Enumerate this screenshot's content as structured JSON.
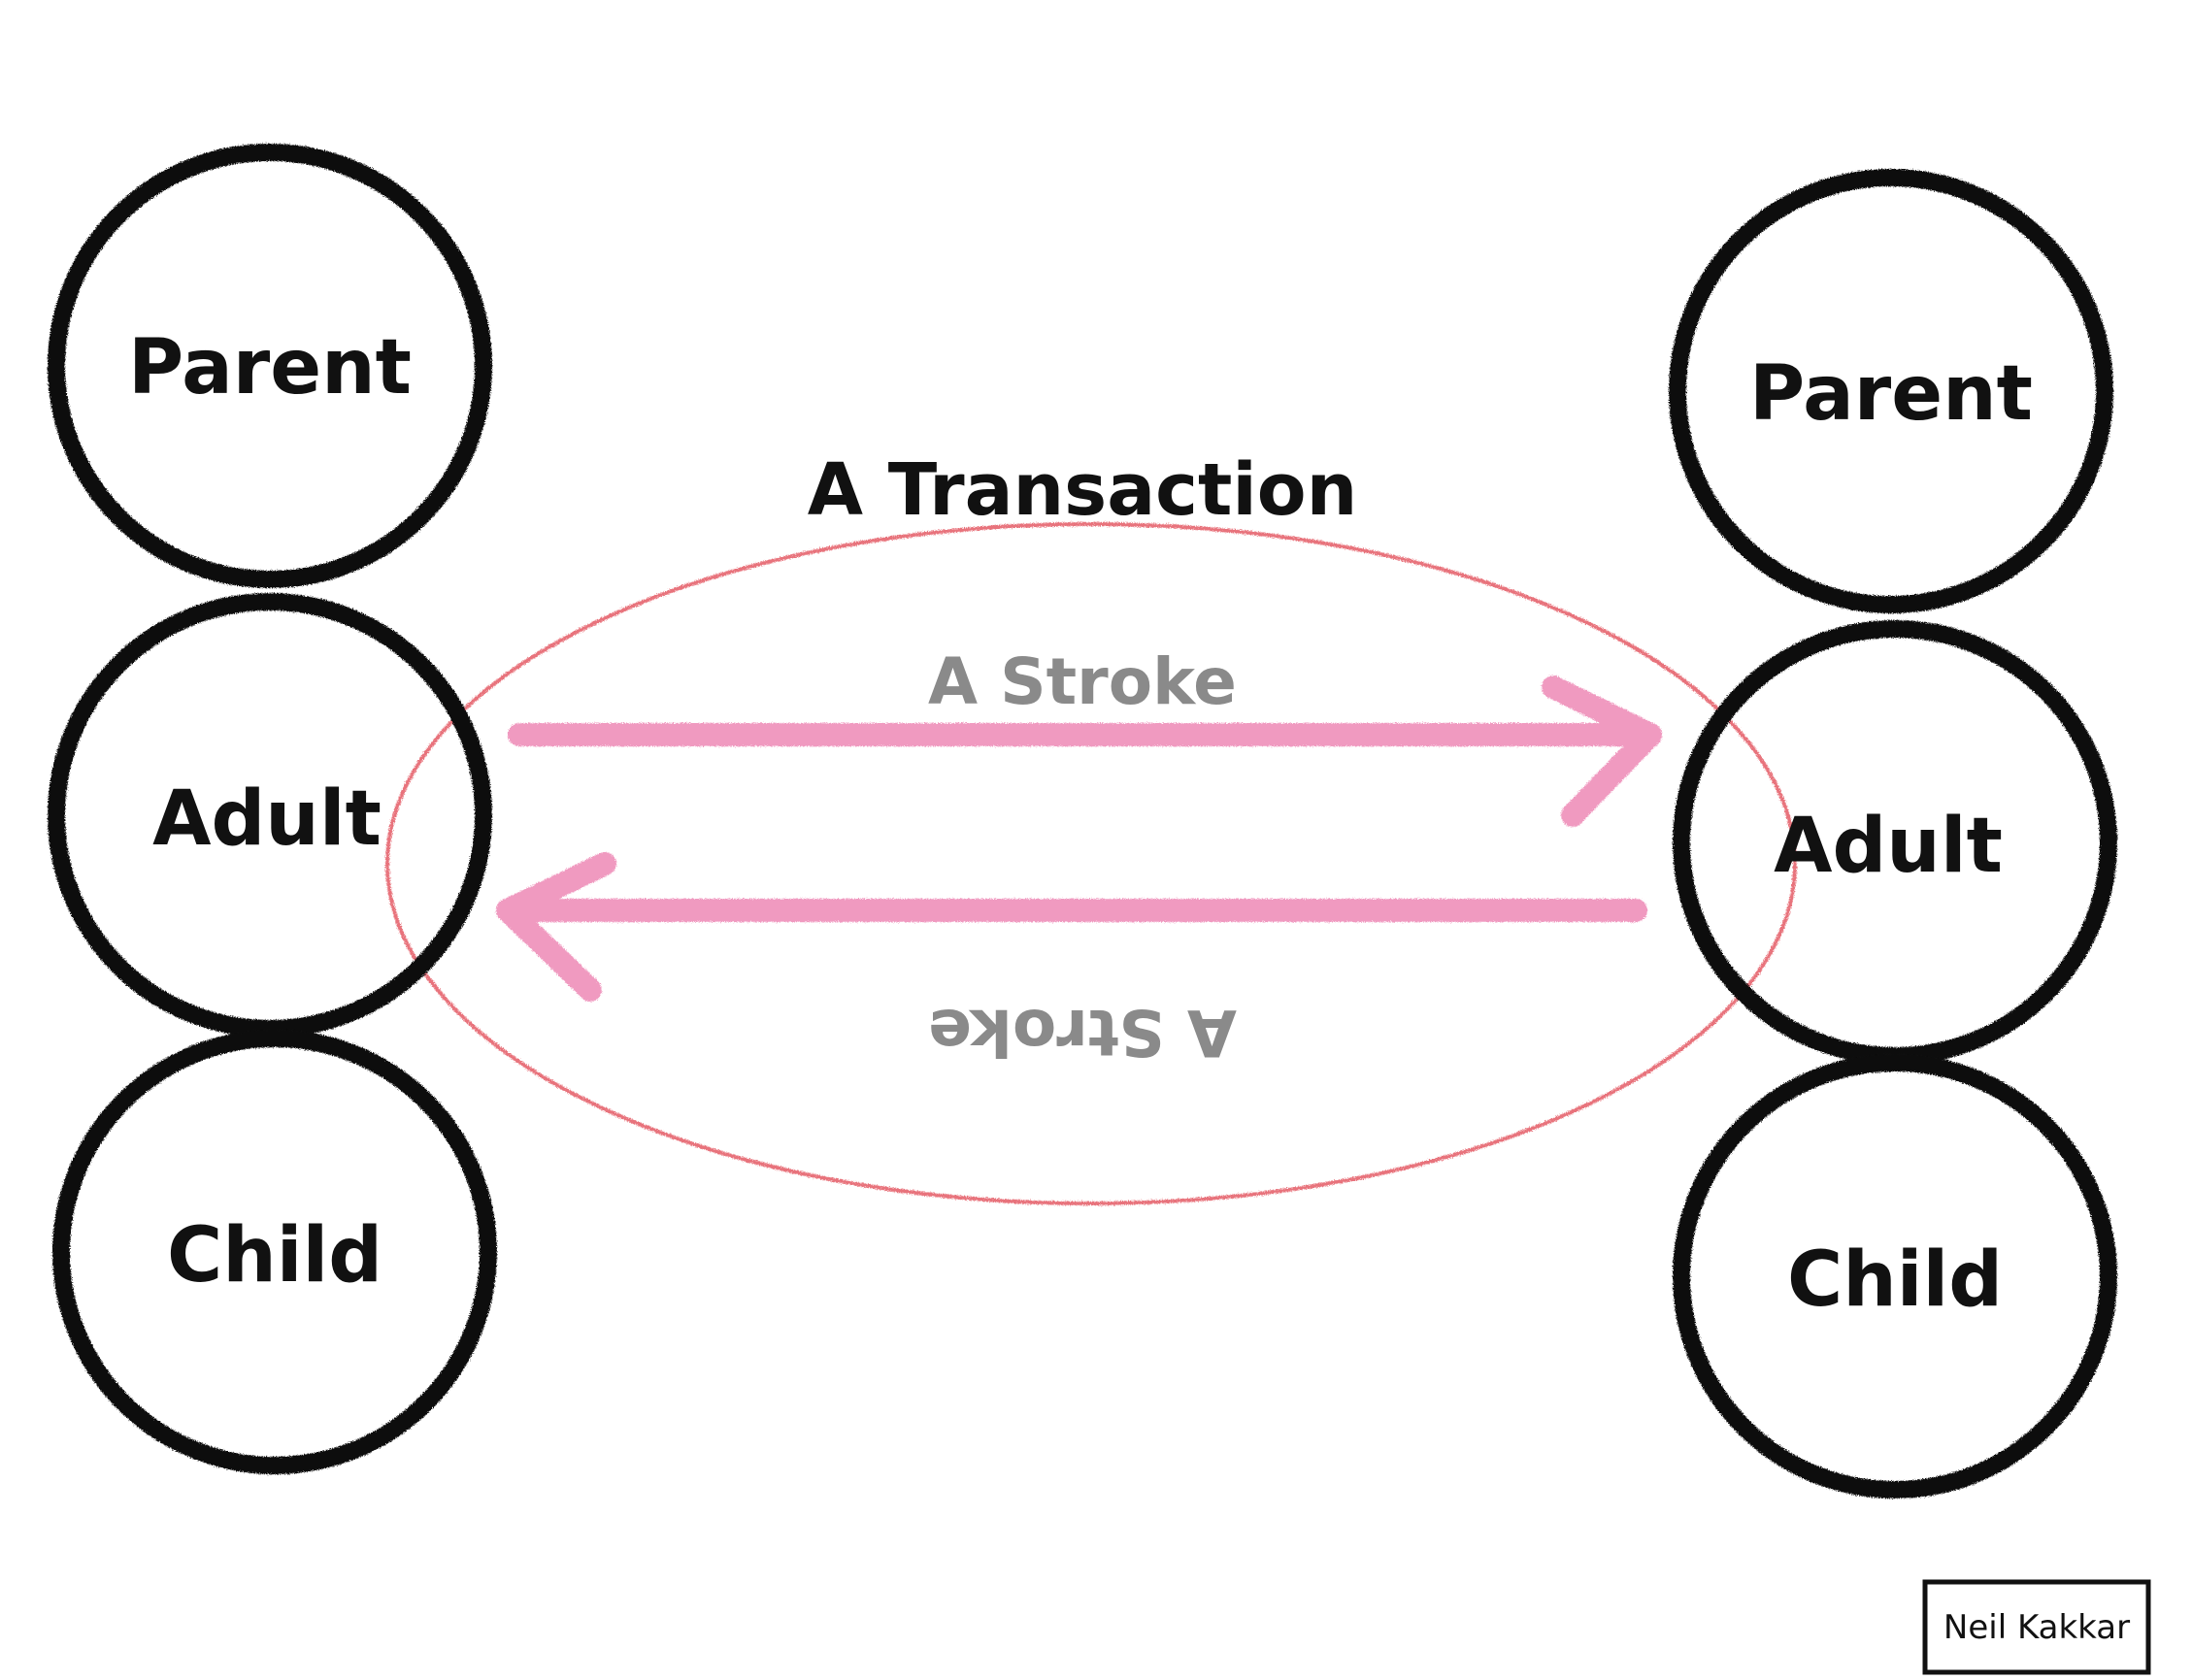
{
  "colors": {
    "ego_ring": "#111111",
    "transaction_ellipse": "#e8737b",
    "stroke_arrow": "#f09ac0",
    "stroke_text": "#8a8a8a",
    "text": "#111111"
  },
  "diagram": {
    "transaction_label": "A Transaction",
    "left_person": {
      "parent": "Parent",
      "adult": "Adult",
      "child": "Child"
    },
    "right_person": {
      "parent": "Parent",
      "adult": "Adult",
      "child": "Child"
    },
    "stroke_forward": "A Stroke",
    "stroke_return": "A Stroke"
  },
  "credit": {
    "author": "Neil Kakkar"
  }
}
